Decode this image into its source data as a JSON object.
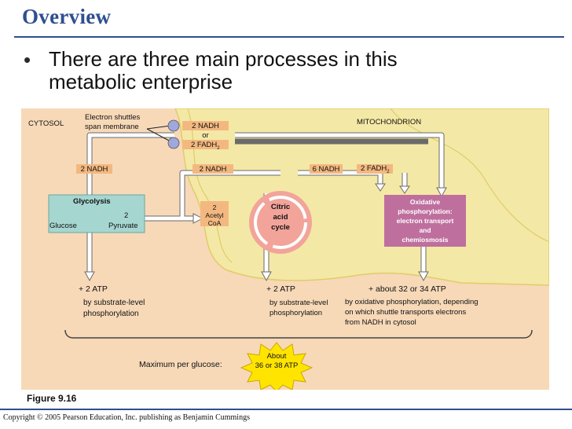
{
  "slide": {
    "title": "Overview",
    "bullet_symbol": "•",
    "bullet_line1": "There are three main processes in this",
    "bullet_line2": "metabolic enterprise",
    "figure_label": "Figure 9.16",
    "copyright": "Copyright © 2005 Pearson Education, Inc. publishing as Benjamin Cummings"
  },
  "diagram": {
    "cytosol": "CYTOSOL",
    "mitochondrion": "MITOCHONDRION",
    "shuttles_line1": "Electron shuttles",
    "shuttles_line2": "span membrane",
    "nadh_top": "2 NADH",
    "or": "or",
    "fadh_top": "2 FADH",
    "fadh_sub": "2",
    "nadh_glycolysis": "2 NADH",
    "nadh_pyruvate": "2 NADH",
    "nadh_citric": "6 NADH",
    "fadh_citric": "2 FADH",
    "fadh_citric_sub": "2",
    "glycolysis": "Glycolysis",
    "glucose": "Glucose",
    "pyruvate_num": "2",
    "pyruvate": "Pyruvate",
    "acetyl_num": "2",
    "acetyl": "Acetyl",
    "coa": "CoA",
    "citric_line1": "Citric",
    "citric_line2": "acid",
    "citric_line3": "cycle",
    "oxphos_line1": "Oxidative",
    "oxphos_line2": "phosphorylation:",
    "oxphos_line3": "electron transport",
    "oxphos_line4": "and",
    "oxphos_line5": "chemiosmosis",
    "atp1": "+ 2 ATP",
    "atp1_desc1": "by substrate-level",
    "atp1_desc2": "phosphorylation",
    "atp2": "+ 2 ATP",
    "atp2_desc1": "by substrate-level",
    "atp2_desc2": "phosphorylation",
    "atp3": "+ about 32 or 34 ATP",
    "atp3_desc1": "by oxidative phosphorylation, depending",
    "atp3_desc2": "on which shuttle transports electrons",
    "atp3_desc3": "from NADH in cytosol",
    "max_label": "Maximum per glucose:",
    "about": "About",
    "about_value": "36 or 38 ATP"
  },
  "colors": {
    "title": "#2f4f8f",
    "cytosol_bg": "#f7d9b8",
    "mito_fill": "#f4e8a6",
    "glycolysis_box": "#a6d6d0",
    "citric_cycle": "#f2a49a",
    "oxphos_box": "#bf6f9e",
    "tag_fill": "#f3b880",
    "burst": "#ffe400",
    "arrow": "#ffffff"
  }
}
